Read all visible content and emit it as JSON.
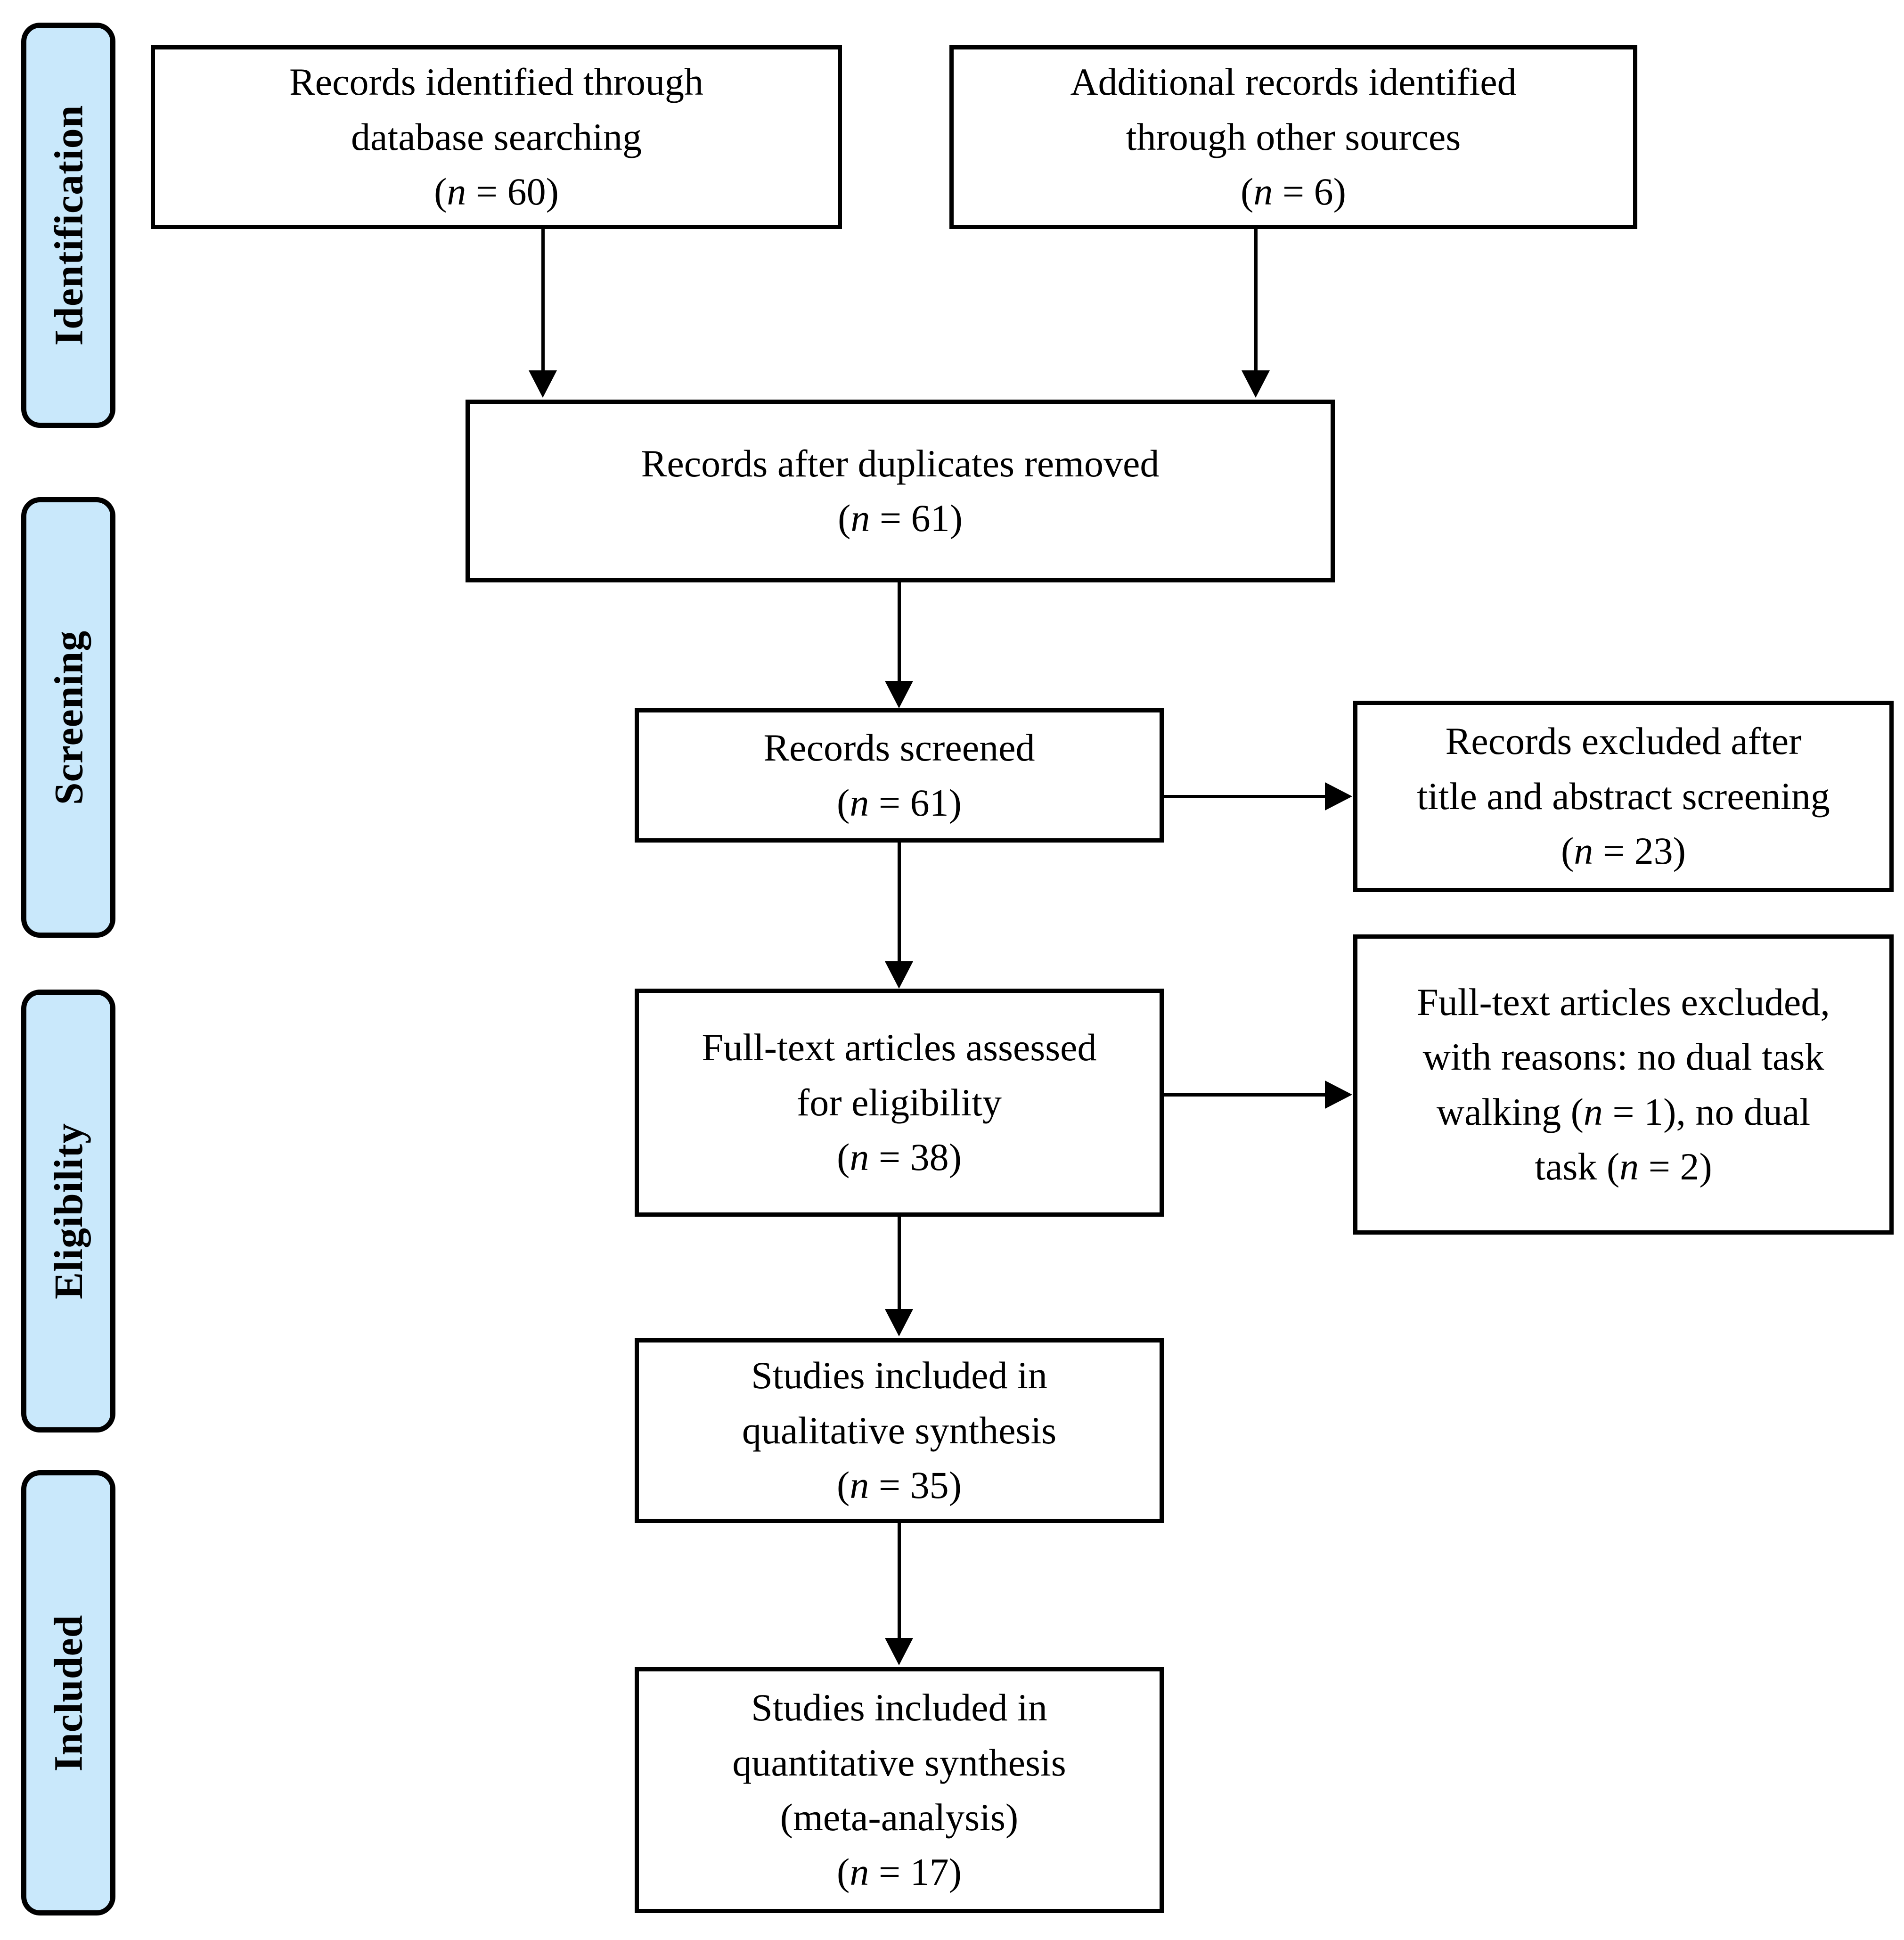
{
  "diagram": {
    "title": "PRISMA flow diagram",
    "type": "prisma-flow-diagram",
    "accent_color": "#c9e8fb",
    "line_color": "#000000",
    "background_color": "#ffffff"
  },
  "phases": [
    {
      "id": "identification",
      "label": "Identification"
    },
    {
      "id": "screening",
      "label": "Screening"
    },
    {
      "id": "eligibility",
      "label": "Eligibility"
    },
    {
      "id": "included",
      "label": "Included"
    }
  ],
  "boxes": {
    "db_search": {
      "line1": "Records identified through",
      "line2": "database searching",
      "count_prefix": "(",
      "count_var": "n",
      "count_eq": " = ",
      "count_value": "60",
      "count_suffix": ")"
    },
    "other_sources": {
      "line1": "Additional records identified",
      "line2": "through other sources",
      "count_prefix": "(",
      "count_var": "n",
      "count_eq": " = ",
      "count_value": "6",
      "count_suffix": ")"
    },
    "duplicates_removed": {
      "line1": "Records after duplicates removed",
      "count_prefix": "(",
      "count_var": "n",
      "count_eq": " = ",
      "count_value": "61",
      "count_suffix": ")"
    },
    "records_screened": {
      "line1": "Records screened",
      "count_prefix": "(",
      "count_var": "n",
      "count_eq": " = ",
      "count_value": "61",
      "count_suffix": ")"
    },
    "records_excluded": {
      "line1": "Records excluded after",
      "line2": "title and abstract screening",
      "count_prefix": "(",
      "count_var": "n",
      "count_eq": " = ",
      "count_value": "23",
      "count_suffix": ")"
    },
    "fulltext_assessed": {
      "line1": "Full-text articles assessed",
      "line2": "for eligibility",
      "count_prefix": "(",
      "count_var": "n",
      "count_eq": " = ",
      "count_value": "38",
      "count_suffix": ")"
    },
    "fulltext_excluded": {
      "line1": "Full-text articles excluded,",
      "line2": "with reasons: no dual task",
      "line3a": "walking (",
      "line3_var": "n",
      "line3_eq": " = ",
      "line3_value": "1",
      "line3b": "), no dual",
      "line4a": "task (",
      "line4_var": "n",
      "line4_eq": " = ",
      "line4_value": "2",
      "line4b": ")"
    },
    "qualitative": {
      "line1": "Studies included in",
      "line2": "qualitative synthesis",
      "count_prefix": "(",
      "count_var": "n",
      "count_eq": " = ",
      "count_value": "35",
      "count_suffix": ")"
    },
    "quantitative": {
      "line1": "Studies included in",
      "line2": "quantitative synthesis",
      "line3": "(meta-analysis)",
      "count_prefix": "(",
      "count_var": "n",
      "count_eq": " = ",
      "count_value": "17",
      "count_suffix": ")"
    }
  }
}
